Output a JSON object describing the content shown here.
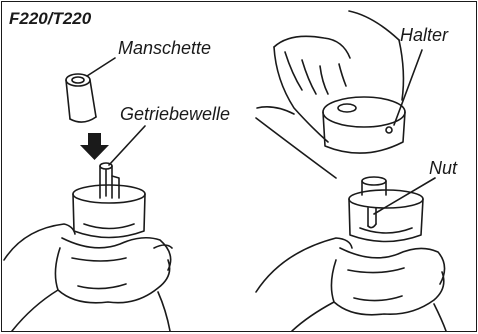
{
  "model_label": "F220/T220",
  "labels": {
    "manschette": "Manschette",
    "getriebewelle": "Getriebewelle",
    "halter": "Halter",
    "nut": "Nut"
  },
  "colors": {
    "ink": "#1a1a1a",
    "background": "#ffffff",
    "arrow": "#1a1a1a"
  }
}
